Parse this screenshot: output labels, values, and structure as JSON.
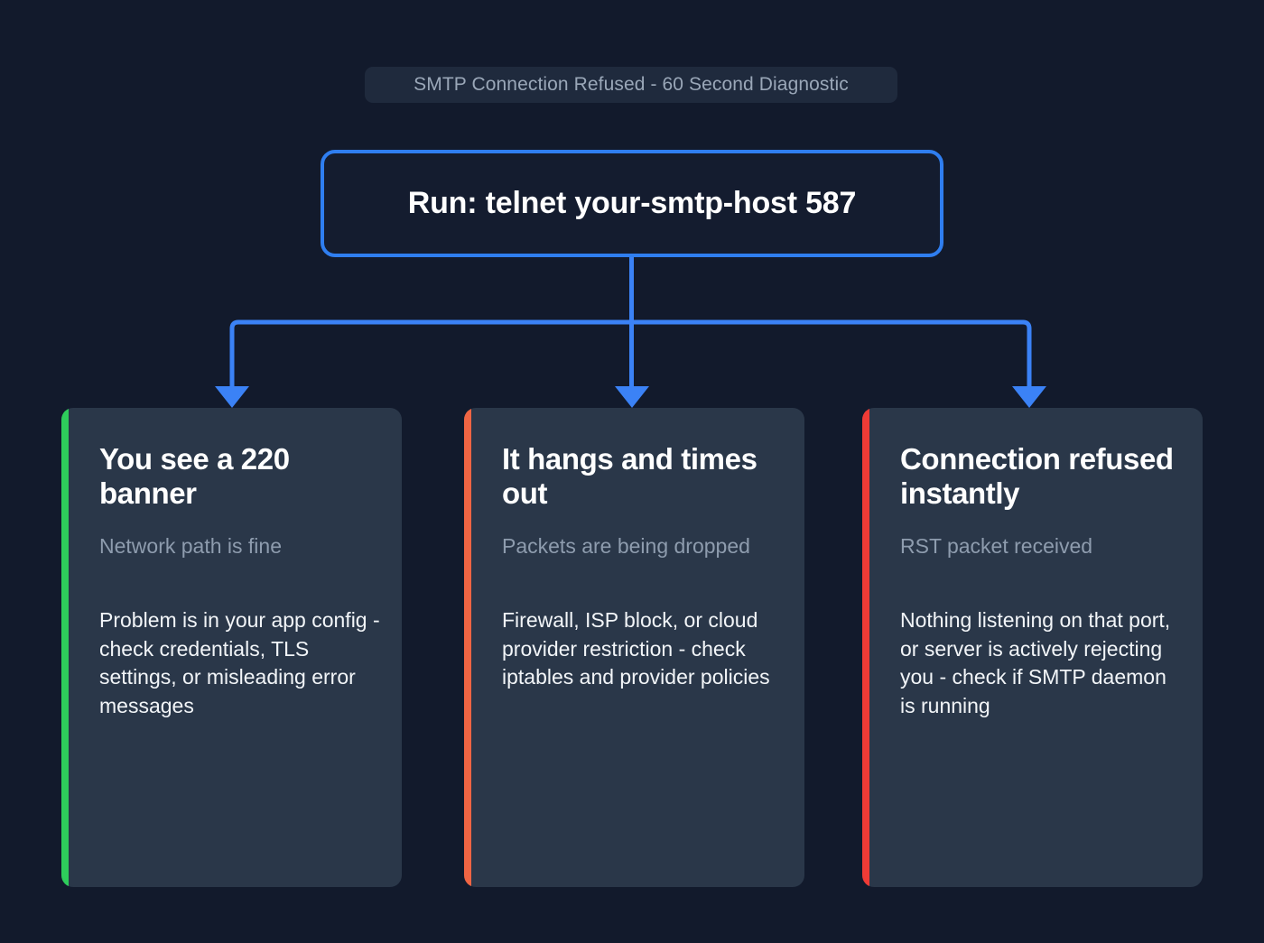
{
  "header": {
    "title": "SMTP Connection Refused - 60 Second Diagnostic"
  },
  "root": {
    "label": "Run: telnet your-smtp-host 587"
  },
  "colors": {
    "background": "#121a2c",
    "connector": "#3b82f6",
    "root_border": "#2f7ef0",
    "card_fill": "#2a3749",
    "title_pill": "#1f2a3d",
    "accent_green": "#2ecc5b",
    "accent_orange": "#f06543",
    "accent_red": "#ef3b36",
    "subtitle_text": "#8e9cae",
    "body_text": "#f2f5f8"
  },
  "branches": [
    {
      "headline": "You see a 220 banner",
      "subtitle": "Network path is fine",
      "body": "Problem is in your app config - check credentials, TLS settings, or misleading error messages",
      "accent": "#2ecc5b",
      "accent_name": "green"
    },
    {
      "headline": "It hangs and times out",
      "subtitle": "Packets are being dropped",
      "body": "Firewall, ISP block, or cloud provider restriction - check iptables and provider policies",
      "accent": "#f06543",
      "accent_name": "orange"
    },
    {
      "headline": "Connection refused instantly",
      "subtitle": "RST packet received",
      "body": "Nothing listening on that port, or server is actively rejecting you - check if SMTP daemon is running",
      "accent": "#ef3b36",
      "accent_name": "red"
    }
  ]
}
